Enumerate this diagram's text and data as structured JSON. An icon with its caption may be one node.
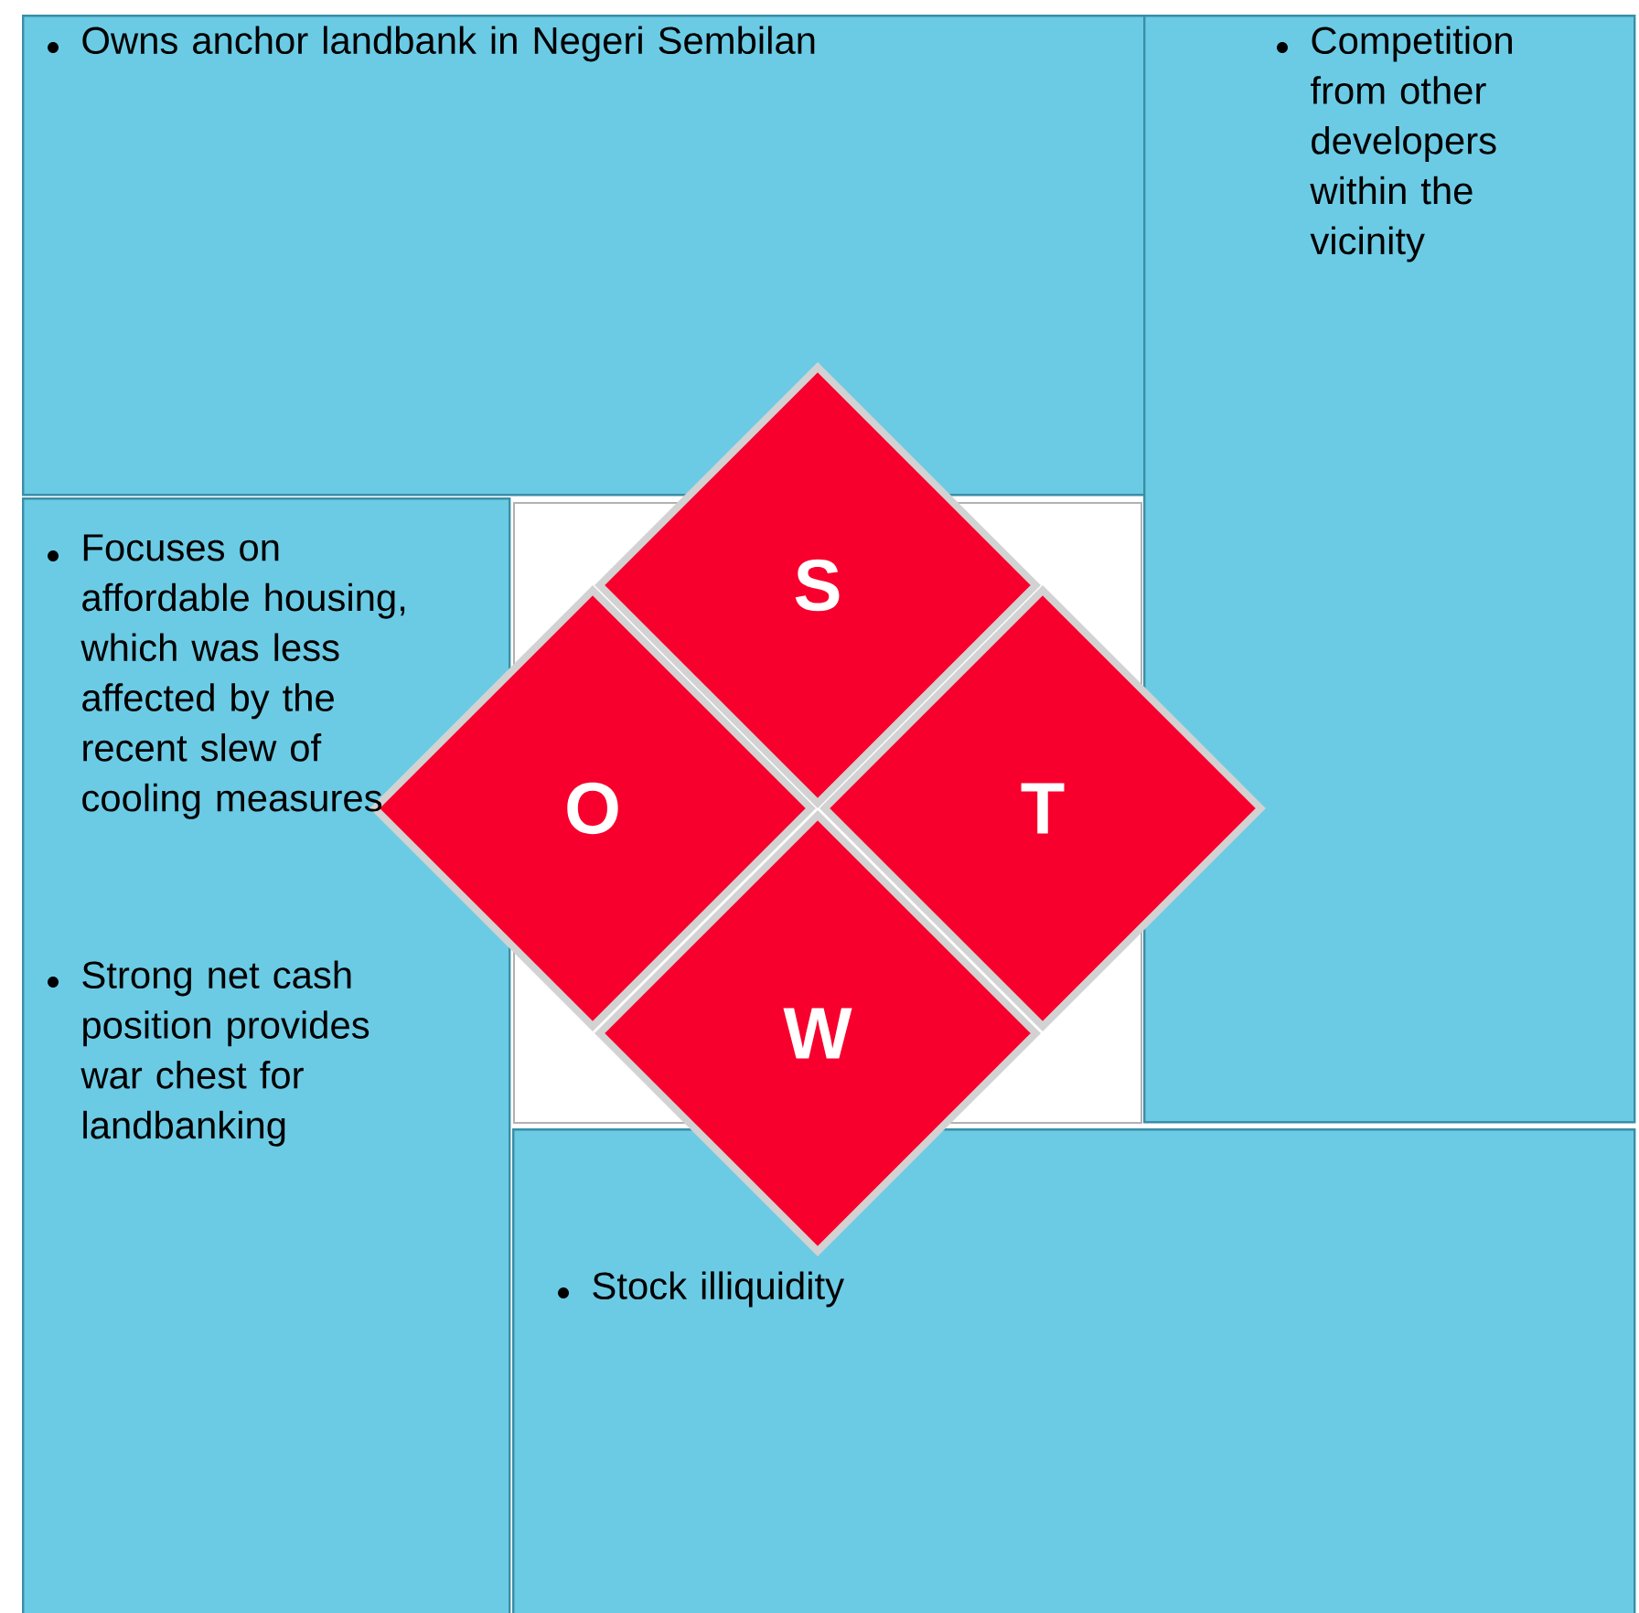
{
  "diagram": {
    "nodes": [
      {
        "text": [
          "Owns anchor landbank in Negeri Sembilan"
        ]
      },
      {
        "text": [
          "Competition from other developers within the vicinity"
        ]
      },
      {
        "text": [
          "Focuses on affordable housing, which was less affected by the recent slew of cooling measures",
          "Strong net cash position provides war chest for landbanking"
        ]
      },
      {
        "text": [
          "S"
        ]
      },
      {
        "text": [
          "O"
        ]
      },
      {
        "text": [
          "T"
        ]
      },
      {
        "text": [
          "W"
        ]
      },
      {
        "text": [
          "Stock illiquidity"
        ]
      }
    ]
  }
}
